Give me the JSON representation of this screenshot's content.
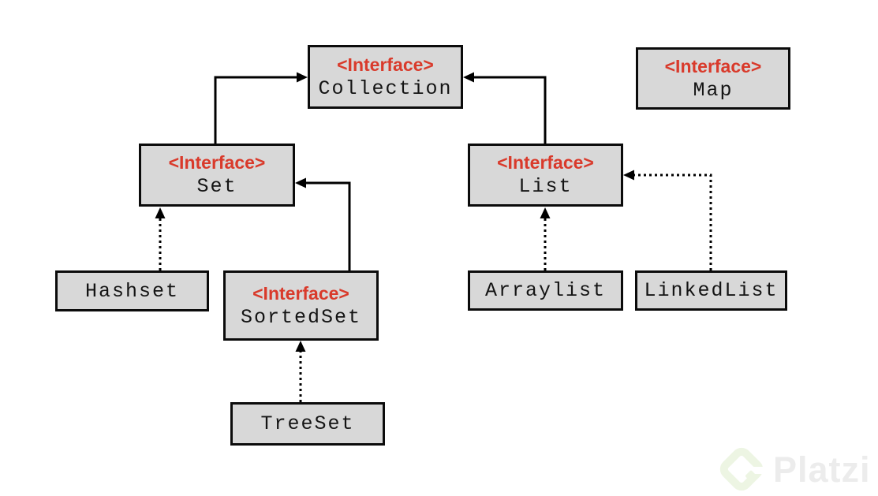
{
  "diagram": {
    "type": "class-hierarchy",
    "nodes": {
      "collection": {
        "stereotype": "<Interface>",
        "name": "Collection"
      },
      "map": {
        "stereotype": "<Interface>",
        "name": "Map"
      },
      "set": {
        "stereotype": "<Interface>",
        "name": "Set"
      },
      "list": {
        "stereotype": "<Interface>",
        "name": "List"
      },
      "sortedset": {
        "stereotype": "<Interface>",
        "name": "SortedSet"
      },
      "hashset": {
        "name": "Hashset"
      },
      "arraylist": {
        "name": "Arraylist"
      },
      "linkedlist": {
        "name": "LinkedList"
      },
      "treeset": {
        "name": "TreeSet"
      }
    },
    "edges": [
      {
        "from": "Set",
        "to": "Collection",
        "style": "solid"
      },
      {
        "from": "List",
        "to": "Collection",
        "style": "solid"
      },
      {
        "from": "SortedSet",
        "to": "Set",
        "style": "solid"
      },
      {
        "from": "Hashset",
        "to": "Set",
        "style": "dotted"
      },
      {
        "from": "Arraylist",
        "to": "List",
        "style": "dotted"
      },
      {
        "from": "LinkedList",
        "to": "List",
        "style": "dotted"
      },
      {
        "from": "TreeSet",
        "to": "SortedSet",
        "style": "dotted"
      }
    ],
    "colors": {
      "stereotype_red": "#d93a2b",
      "box_fill": "#d8d8d8",
      "box_border": "#0b0b0b",
      "line": "#000000",
      "watermark_text": "#ececec",
      "watermark_logo": "#edf5e3"
    }
  },
  "watermark": {
    "text": "Platzi"
  }
}
